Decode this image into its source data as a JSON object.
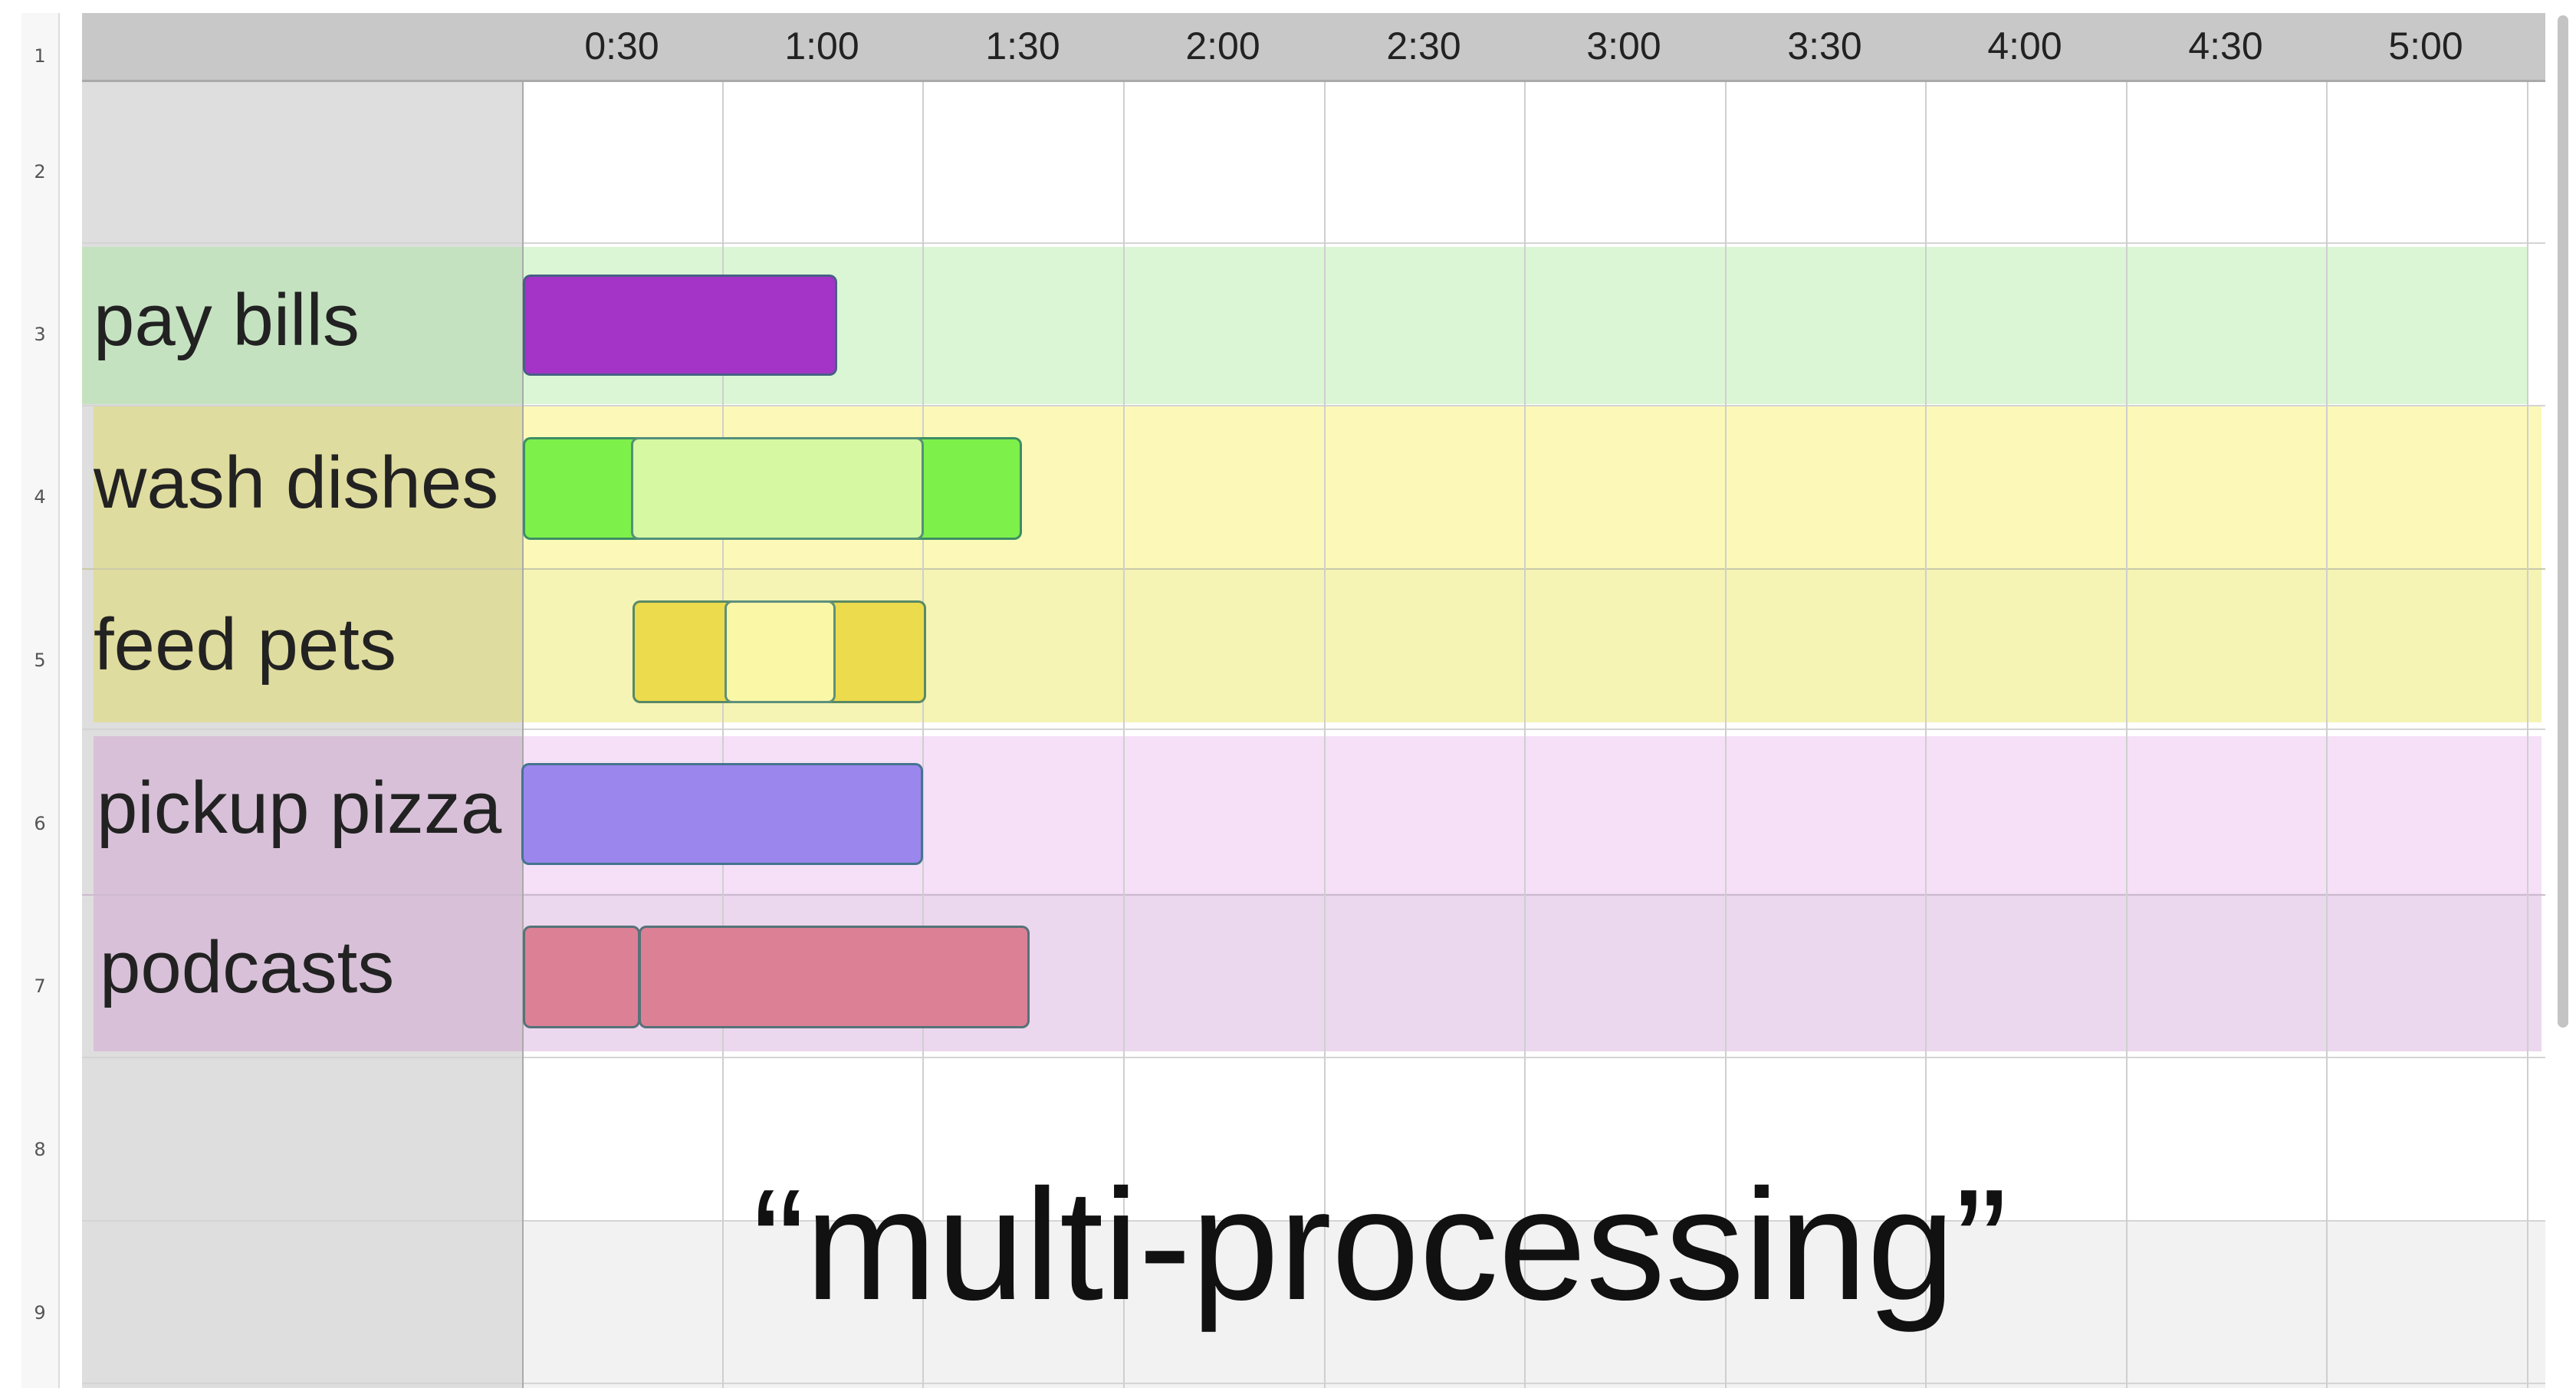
{
  "rows": [
    "1",
    "2",
    "3",
    "4",
    "5",
    "6",
    "7",
    "8",
    "9"
  ],
  "timeline": {
    "labels": [
      "0:30",
      "1:00",
      "1:30",
      "2:00",
      "2:30",
      "3:00",
      "3:30",
      "4:00",
      "4:30",
      "5:00"
    ]
  },
  "tasks": [
    {
      "label": "pay bills"
    },
    {
      "label": "wash dishes"
    },
    {
      "label": "feed pets"
    },
    {
      "label": "pickup pizza"
    },
    {
      "label": "podcasts"
    }
  ],
  "caption": "“multi-processing”",
  "colors": {
    "header": "#c8c8c8",
    "pay_bills": "#a334c7",
    "wash_dishes": "#7ef04a",
    "wash_dishes_light": "#d6f8a2",
    "feed_pets": "#ecdb4c",
    "feed_pets_light": "#faf7a6",
    "pickup_pizza": "#9b86ee",
    "podcasts": "#dc8096"
  }
}
